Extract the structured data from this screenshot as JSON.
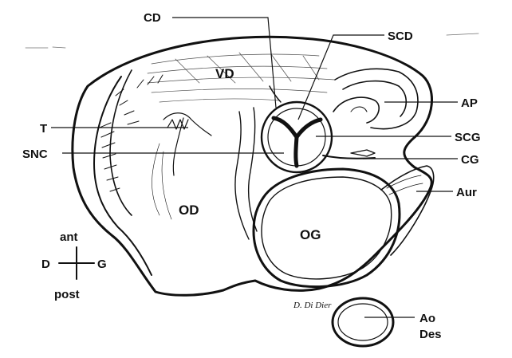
{
  "labels": {
    "CD": "CD",
    "SCD": "SCD",
    "VD": "VD",
    "AP": "AP",
    "T": "T",
    "SCG": "SCG",
    "SNC": "SNC",
    "CG": "CG",
    "Aur": "Aur",
    "OD": "OD",
    "OG": "OG",
    "ant": "ant",
    "D": "D",
    "G": "G",
    "post": "post",
    "Ao": "Ao",
    "Des": "Des"
  },
  "signature": "D. Di Dier",
  "colors": {
    "ink": "#111111",
    "paper": "#ffffff"
  }
}
